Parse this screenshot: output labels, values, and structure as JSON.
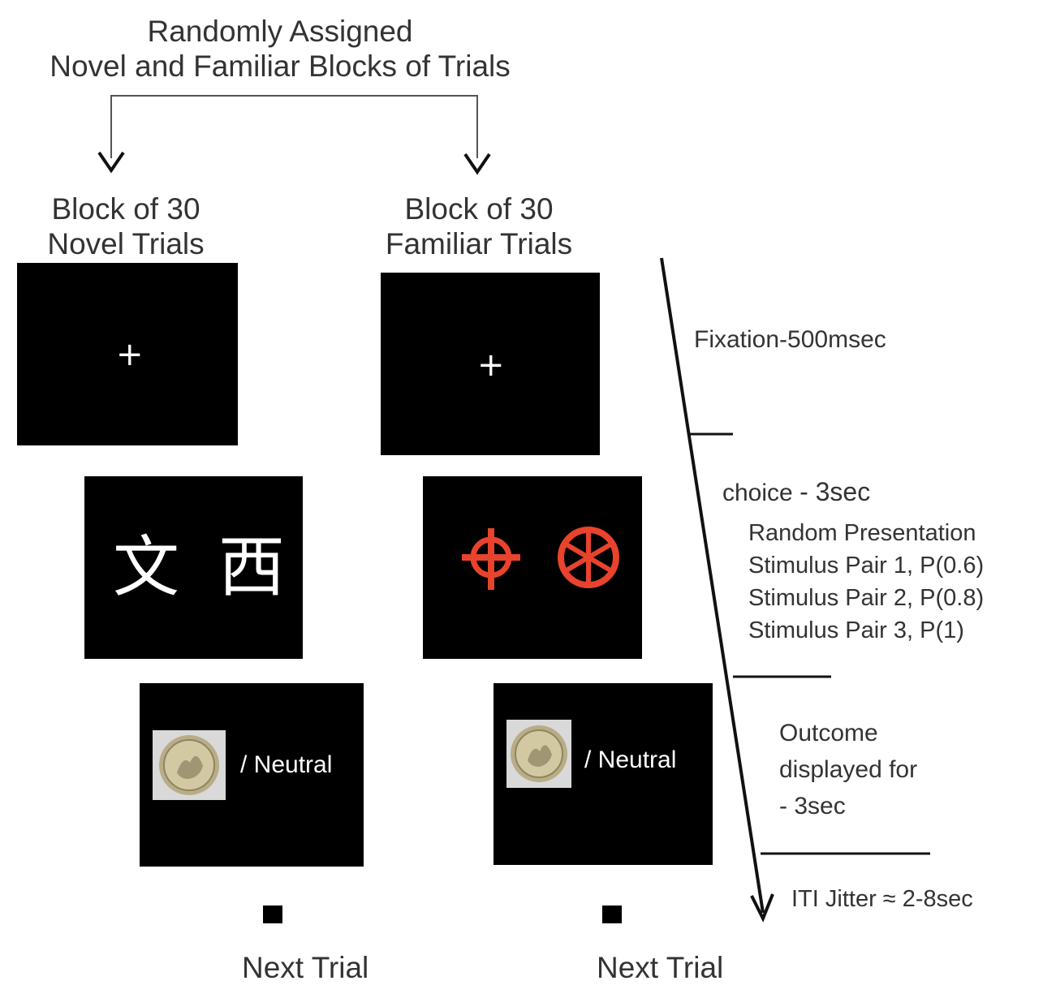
{
  "header": {
    "line1": "Randomly Assigned",
    "line2": "Novel and Familiar Blocks of Trials"
  },
  "novel_block": {
    "title_line1": "Block of 30",
    "title_line2": "Novel Trials",
    "fixation_symbol": "+",
    "stimulus_chars": [
      "文",
      "西"
    ],
    "outcome_label": "/ Neutral",
    "next_label": "Next Trial"
  },
  "familiar_block": {
    "title_line1": "Block of 30",
    "title_line2": "Familiar Trials",
    "fixation_symbol": "+",
    "stimulus_color": "#e8432d",
    "outcome_label": "/ Neutral",
    "next_label": "Next Trial"
  },
  "timeline": {
    "fixation": "Fixation-500msec",
    "choice_a": "choice",
    "choice_b": "- 3sec",
    "choice_details": [
      "Random Presentation",
      "Stimulus Pair 1, P(0.6)",
      "Stimulus Pair 2, P(0.8)",
      "Stimulus Pair  3, P(1)"
    ],
    "outcome_lines": [
      "Outcome",
      "displayed for",
      "- 3sec"
    ],
    "iti": "ITI Jitter  ≈ 2-8sec"
  }
}
